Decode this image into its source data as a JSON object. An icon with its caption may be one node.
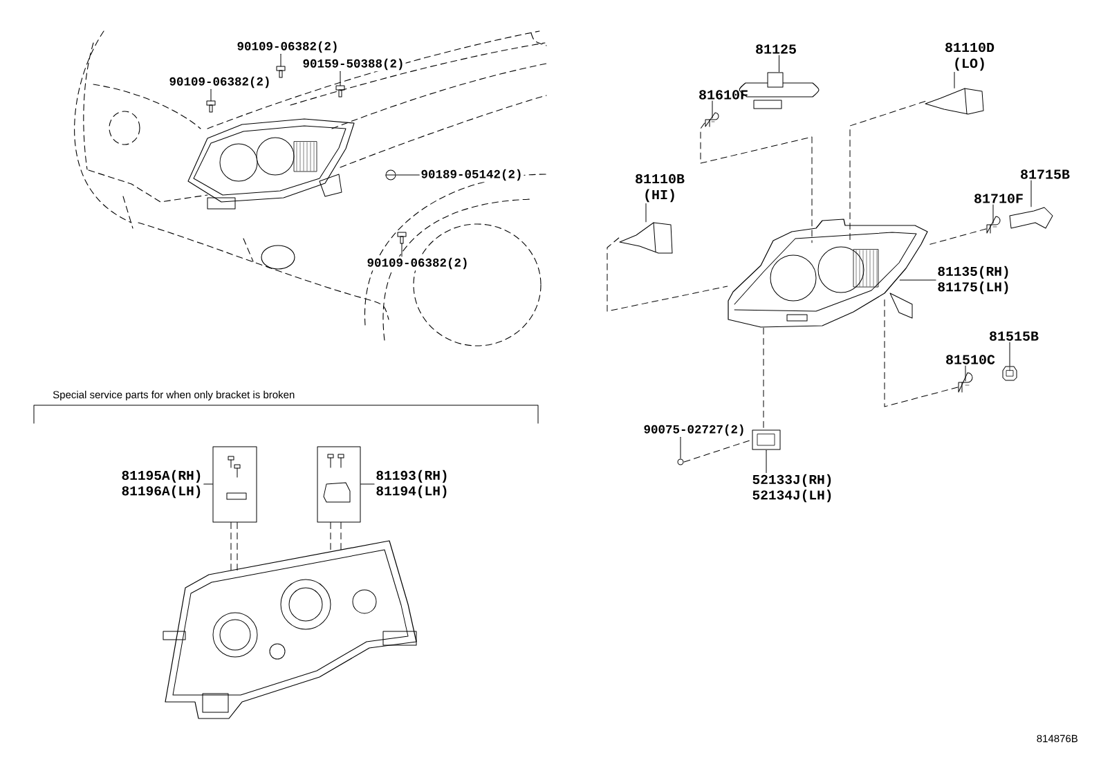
{
  "diagram": {
    "nodes": [
      {
        "text": [
          "90109-06382(2)"
        ]
      },
      {
        "text": [
          "90159-50388(2)"
        ]
      },
      {
        "text": [
          "90109-06382(2)"
        ]
      },
      {
        "text": [
          "90189-05142(2)"
        ]
      },
      {
        "text": [
          "90109-06382(2)"
        ]
      },
      {
        "text": [
          "81125"
        ]
      },
      {
        "text": [
          "81110D",
          "(LO)"
        ]
      },
      {
        "text": [
          "81610F"
        ]
      },
      {
        "text": [
          "81110B",
          "(HI)"
        ]
      },
      {
        "text": [
          "81715B"
        ]
      },
      {
        "text": [
          "81710F"
        ]
      },
      {
        "text": [
          "81135(RH)",
          "81175(LH)"
        ]
      },
      {
        "text": [
          "81515B"
        ]
      },
      {
        "text": [
          "81510C"
        ]
      },
      {
        "text": [
          "90075-02727(2)"
        ]
      },
      {
        "text": [
          "52133J(RH)",
          "52134J(LH)"
        ]
      },
      {
        "text": [
          "81195A(RH)",
          "81196A(LH)"
        ]
      },
      {
        "text": [],
        "shape": "box"
      },
      {
        "text": [],
        "shape": "box"
      },
      {
        "text": [
          "81193(RH)",
          "81194(LH)"
        ]
      },
      {
        "text": [],
        "shape": "picture"
      },
      {
        "text": [],
        "shape": "picture"
      },
      {
        "text": [],
        "shape": "picture"
      },
      {
        "text": [],
        "shape": "picture"
      },
      {
        "text": [],
        "shape": "picture"
      },
      {
        "text": [],
        "shape": "picture"
      },
      {
        "text": [],
        "shape": "picture"
      },
      {
        "text": [],
        "shape": "picture"
      },
      {
        "text": [],
        "shape": "picture"
      },
      {
        "text": [],
        "shape": "picture"
      },
      {
        "text": [],
        "shape": "picture"
      },
      {
        "text": [],
        "shape": "picture"
      },
      {
        "text": [],
        "shape": "picture"
      },
      {
        "text": [],
        "shape": "picture"
      },
      {
        "text": [],
        "shape": "picture"
      },
      {
        "text": [],
        "shape": "picture"
      },
      {
        "text": [],
        "shape": "picture"
      }
    ],
    "edges": [
      {
        "from": 0,
        "to": 20,
        "arrow": "none"
      },
      {
        "from": 1,
        "to": 21,
        "arrow": "none"
      },
      {
        "from": 2,
        "to": 22,
        "arrow": "none"
      },
      {
        "from": 3,
        "to": 23,
        "arrow": "none"
      },
      {
        "from": 4,
        "to": 24,
        "arrow": "none"
      },
      {
        "from": 5,
        "to": 25,
        "arrow": "none"
      },
      {
        "from": 6,
        "to": 26,
        "arrow": "none"
      },
      {
        "from": 7,
        "to": 27,
        "arrow": "none"
      },
      {
        "from": 8,
        "to": 28,
        "arrow": "none"
      },
      {
        "from": 9,
        "to": 29,
        "arrow": "none"
      },
      {
        "from": 10,
        "to": 30,
        "arrow": "none"
      },
      {
        "from": 11,
        "to": 31,
        "arrow": "none"
      },
      {
        "from": 12,
        "to": 32,
        "arrow": "none"
      },
      {
        "from": 13,
        "to": 33,
        "arrow": "none"
      },
      {
        "from": 14,
        "to": 34,
        "arrow": "none"
      },
      {
        "from": 15,
        "to": 35,
        "arrow": "none"
      },
      {
        "from": 16,
        "to": 17,
        "arrow": "none"
      },
      {
        "from": 19,
        "to": 18,
        "arrow": "none"
      },
      {
        "from": 27,
        "to": 31,
        "arrow": "none",
        "style": "dashed"
      },
      {
        "from": 26,
        "to": 31,
        "arrow": "none",
        "style": "dashed"
      },
      {
        "from": 28,
        "to": 31,
        "arrow": "none",
        "style": "dashed"
      },
      {
        "from": 30,
        "to": 31,
        "arrow": "none",
        "style": "dashed"
      },
      {
        "from": 33,
        "to": 31,
        "arrow": "none",
        "style": "dashed"
      },
      {
        "from": 31,
        "to": 35,
        "arrow": "none",
        "style": "dashed"
      },
      {
        "from": 34,
        "to": 35,
        "arrow": "none",
        "style": "dashed"
      },
      {
        "from": 17,
        "to": 36,
        "arrow": "none",
        "style": "dashed"
      },
      {
        "from": 17,
        "to": 36,
        "arrow": "none",
        "style": "dashed"
      },
      {
        "from": 18,
        "to": 36,
        "arrow": "none",
        "style": "dashed"
      },
      {
        "from": 18,
        "to": 36,
        "arrow": "none",
        "style": "dashed"
      }
    ],
    "labels": [
      "Special service parts for when only bracket is broken",
      "814876B"
    ]
  }
}
